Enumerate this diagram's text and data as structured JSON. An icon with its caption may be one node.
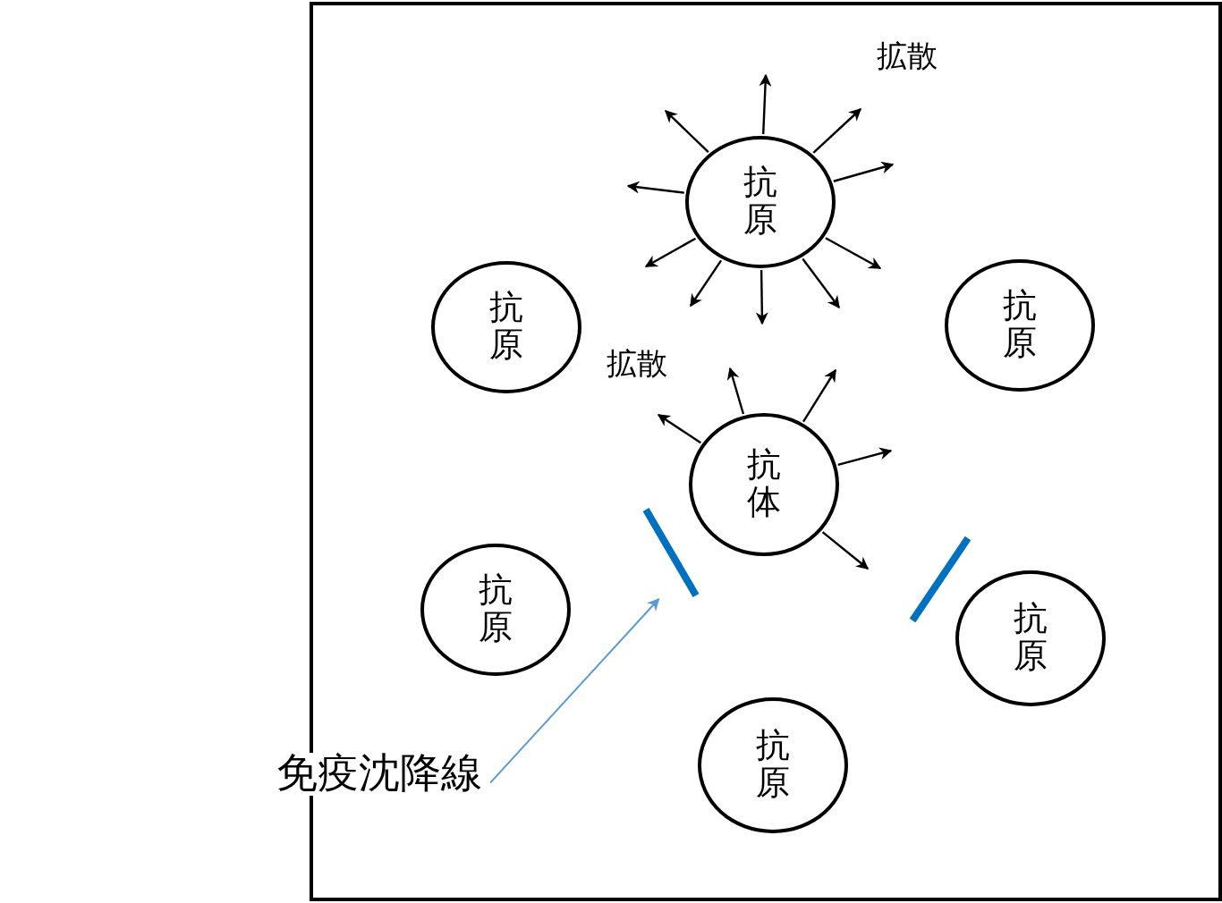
{
  "diagram": {
    "nodes": [
      {
        "text": [],
        "shape": "box"
      },
      {
        "text": [
          "抗原"
        ],
        "in": 0
      },
      {
        "text": [
          "抗原"
        ],
        "in": 0
      },
      {
        "text": [
          "抗原"
        ],
        "in": 0
      },
      {
        "text": [
          "抗体"
        ],
        "in": 0
      },
      {
        "text": [
          "抗原"
        ],
        "in": 0
      },
      {
        "text": [
          "抗原"
        ],
        "in": 0
      },
      {
        "text": [
          "抗原"
        ],
        "in": 0
      },
      {
        "text": [
          "免疫沈降線"
        ]
      },
      {
        "text": [],
        "shape": "bar",
        "in": 0
      },
      {
        "text": [],
        "shape": "bar",
        "in": 0
      }
    ],
    "edges": [
      {
        "from": 8,
        "to": 9,
        "arrow": "to",
        "color": "#5b9bd5"
      },
      {
        "from": 1,
        "to": null,
        "arrow": "to"
      },
      {
        "from": 1,
        "to": null,
        "arrow": "to"
      },
      {
        "from": 1,
        "to": null,
        "arrow": "to"
      },
      {
        "from": 1,
        "to": null,
        "arrow": "to"
      },
      {
        "from": 1,
        "to": null,
        "arrow": "to"
      },
      {
        "from": 1,
        "to": null,
        "arrow": "to"
      },
      {
        "from": 1,
        "to": null,
        "arrow": "to"
      },
      {
        "from": 1,
        "to": null,
        "arrow": "to"
      },
      {
        "from": 1,
        "to": null,
        "arrow": "to"
      },
      {
        "from": 1,
        "to": null,
        "arrow": "to"
      },
      {
        "from": 4,
        "to": null,
        "arrow": "to"
      },
      {
        "from": 4,
        "to": null,
        "arrow": "to"
      },
      {
        "from": 4,
        "to": null,
        "arrow": "to"
      },
      {
        "from": 4,
        "to": null,
        "arrow": "to"
      },
      {
        "from": 4,
        "to": null,
        "arrow": "to"
      }
    ],
    "labels": [
      "拡散",
      "拡散"
    ]
  }
}
